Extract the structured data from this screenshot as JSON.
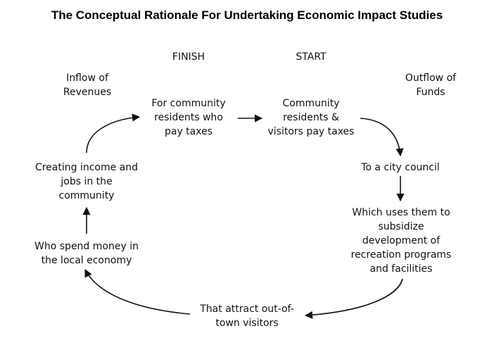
{
  "title": "The Conceptual Rationale For Undertaking Economic Impact Studies",
  "labels": {
    "finish": "FINISH",
    "start": "START",
    "inflow_line1": "Inflow of",
    "inflow_line2": "Revenues",
    "outflow_line1": "Outflow of",
    "outflow_line2": "Funds"
  },
  "steps": {
    "residents_pay_line1": "Community",
    "residents_pay_line2": "residents &",
    "residents_pay_line3": "visitors pay taxes",
    "city_council_line1": "To a city council",
    "subsidize_line1": "Which uses them to",
    "subsidize_line2": "subsidize",
    "subsidize_line3": "development of",
    "subsidize_line4": "recreation programs",
    "subsidize_line5": "and facilities",
    "attract_line1": "That attract out-of-",
    "attract_line2": "town visitors",
    "spend_line1": "Who spend money in",
    "spend_line2": "the local economy",
    "income_line1": "Creating income and",
    "income_line2": "jobs in the",
    "income_line3": "community",
    "taxpayers_line1": "For community",
    "taxpayers_line2": "residents who",
    "taxpayers_line3": "pay taxes"
  },
  "colors": {
    "text": "#111111",
    "arrow": "#111111"
  }
}
